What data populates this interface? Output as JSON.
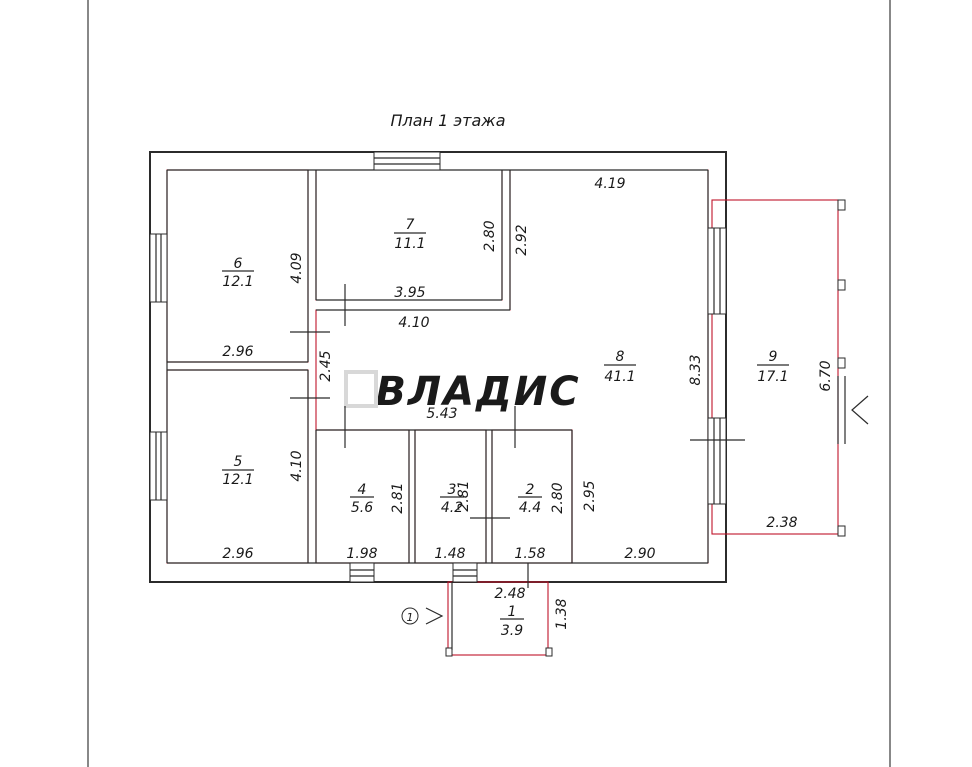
{
  "title": "План 1 этажа",
  "watermark": "ВЛАДИС",
  "rooms": [
    {
      "id": "r6",
      "number": "6",
      "area": "12.1"
    },
    {
      "id": "r7",
      "number": "7",
      "area": "11.1"
    },
    {
      "id": "r8",
      "number": "8",
      "area": "41.1"
    },
    {
      "id": "r9",
      "number": "9",
      "area": "17.1"
    },
    {
      "id": "r5",
      "number": "5",
      "area": "12.1"
    },
    {
      "id": "r4",
      "number": "4",
      "area": "5.6"
    },
    {
      "id": "r3",
      "number": "3",
      "area": "4.2"
    },
    {
      "id": "r2",
      "number": "2",
      "area": "4.4"
    },
    {
      "id": "r1",
      "number": "1",
      "area": "3.9"
    }
  ],
  "dimensions": {
    "d_419": "4.19",
    "d_280_r7": "2.80",
    "d_292": "2.92",
    "d_409": "4.09",
    "d_395": "3.95",
    "d_410_h": "4.10",
    "d_296_top": "2.96",
    "d_245": "2.45",
    "d_543": "5.43",
    "d_833": "8.33",
    "d_670": "6.70",
    "d_410_v": "4.10",
    "d_281_r4": "2.81",
    "d_281_r3": "2.81",
    "d_280_r2": "2.80",
    "d_295": "2.95",
    "d_238": "2.38",
    "d_296_bot": "2.96",
    "d_198": "1.98",
    "d_148": "1.48",
    "d_158": "1.58",
    "d_290": "2.90",
    "d_248": "2.48",
    "d_138": "1.38"
  },
  "entrance_marker": "1"
}
